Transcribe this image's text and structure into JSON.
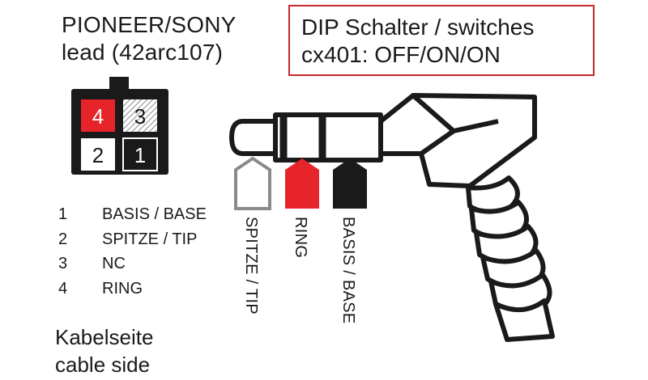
{
  "connector": {
    "title_line1": "PIONEER/SONY",
    "title_line2": "lead (42arc107)",
    "pins": [
      "4",
      "3",
      "2",
      "1"
    ]
  },
  "dip": {
    "line1": "DIP Schalter / switches",
    "line2": "cx401: OFF/ON/ON"
  },
  "pin_list": [
    {
      "num": "1",
      "label": "BASIS / BASE"
    },
    {
      "num": "2",
      "label": "SPITZE / TIP"
    },
    {
      "num": "3",
      "label": "NC"
    },
    {
      "num": "4",
      "label": "RING"
    }
  ],
  "cable_side": {
    "line1": "Kabelseite",
    "line2": "cable side"
  },
  "plug_labels": {
    "tip": "SPITZE / TIP",
    "ring": "RING",
    "base": "BASIS / BASE"
  },
  "colors": {
    "red": "#e8242b",
    "black": "#1a1a1a",
    "grey": "#8a8a8a"
  }
}
